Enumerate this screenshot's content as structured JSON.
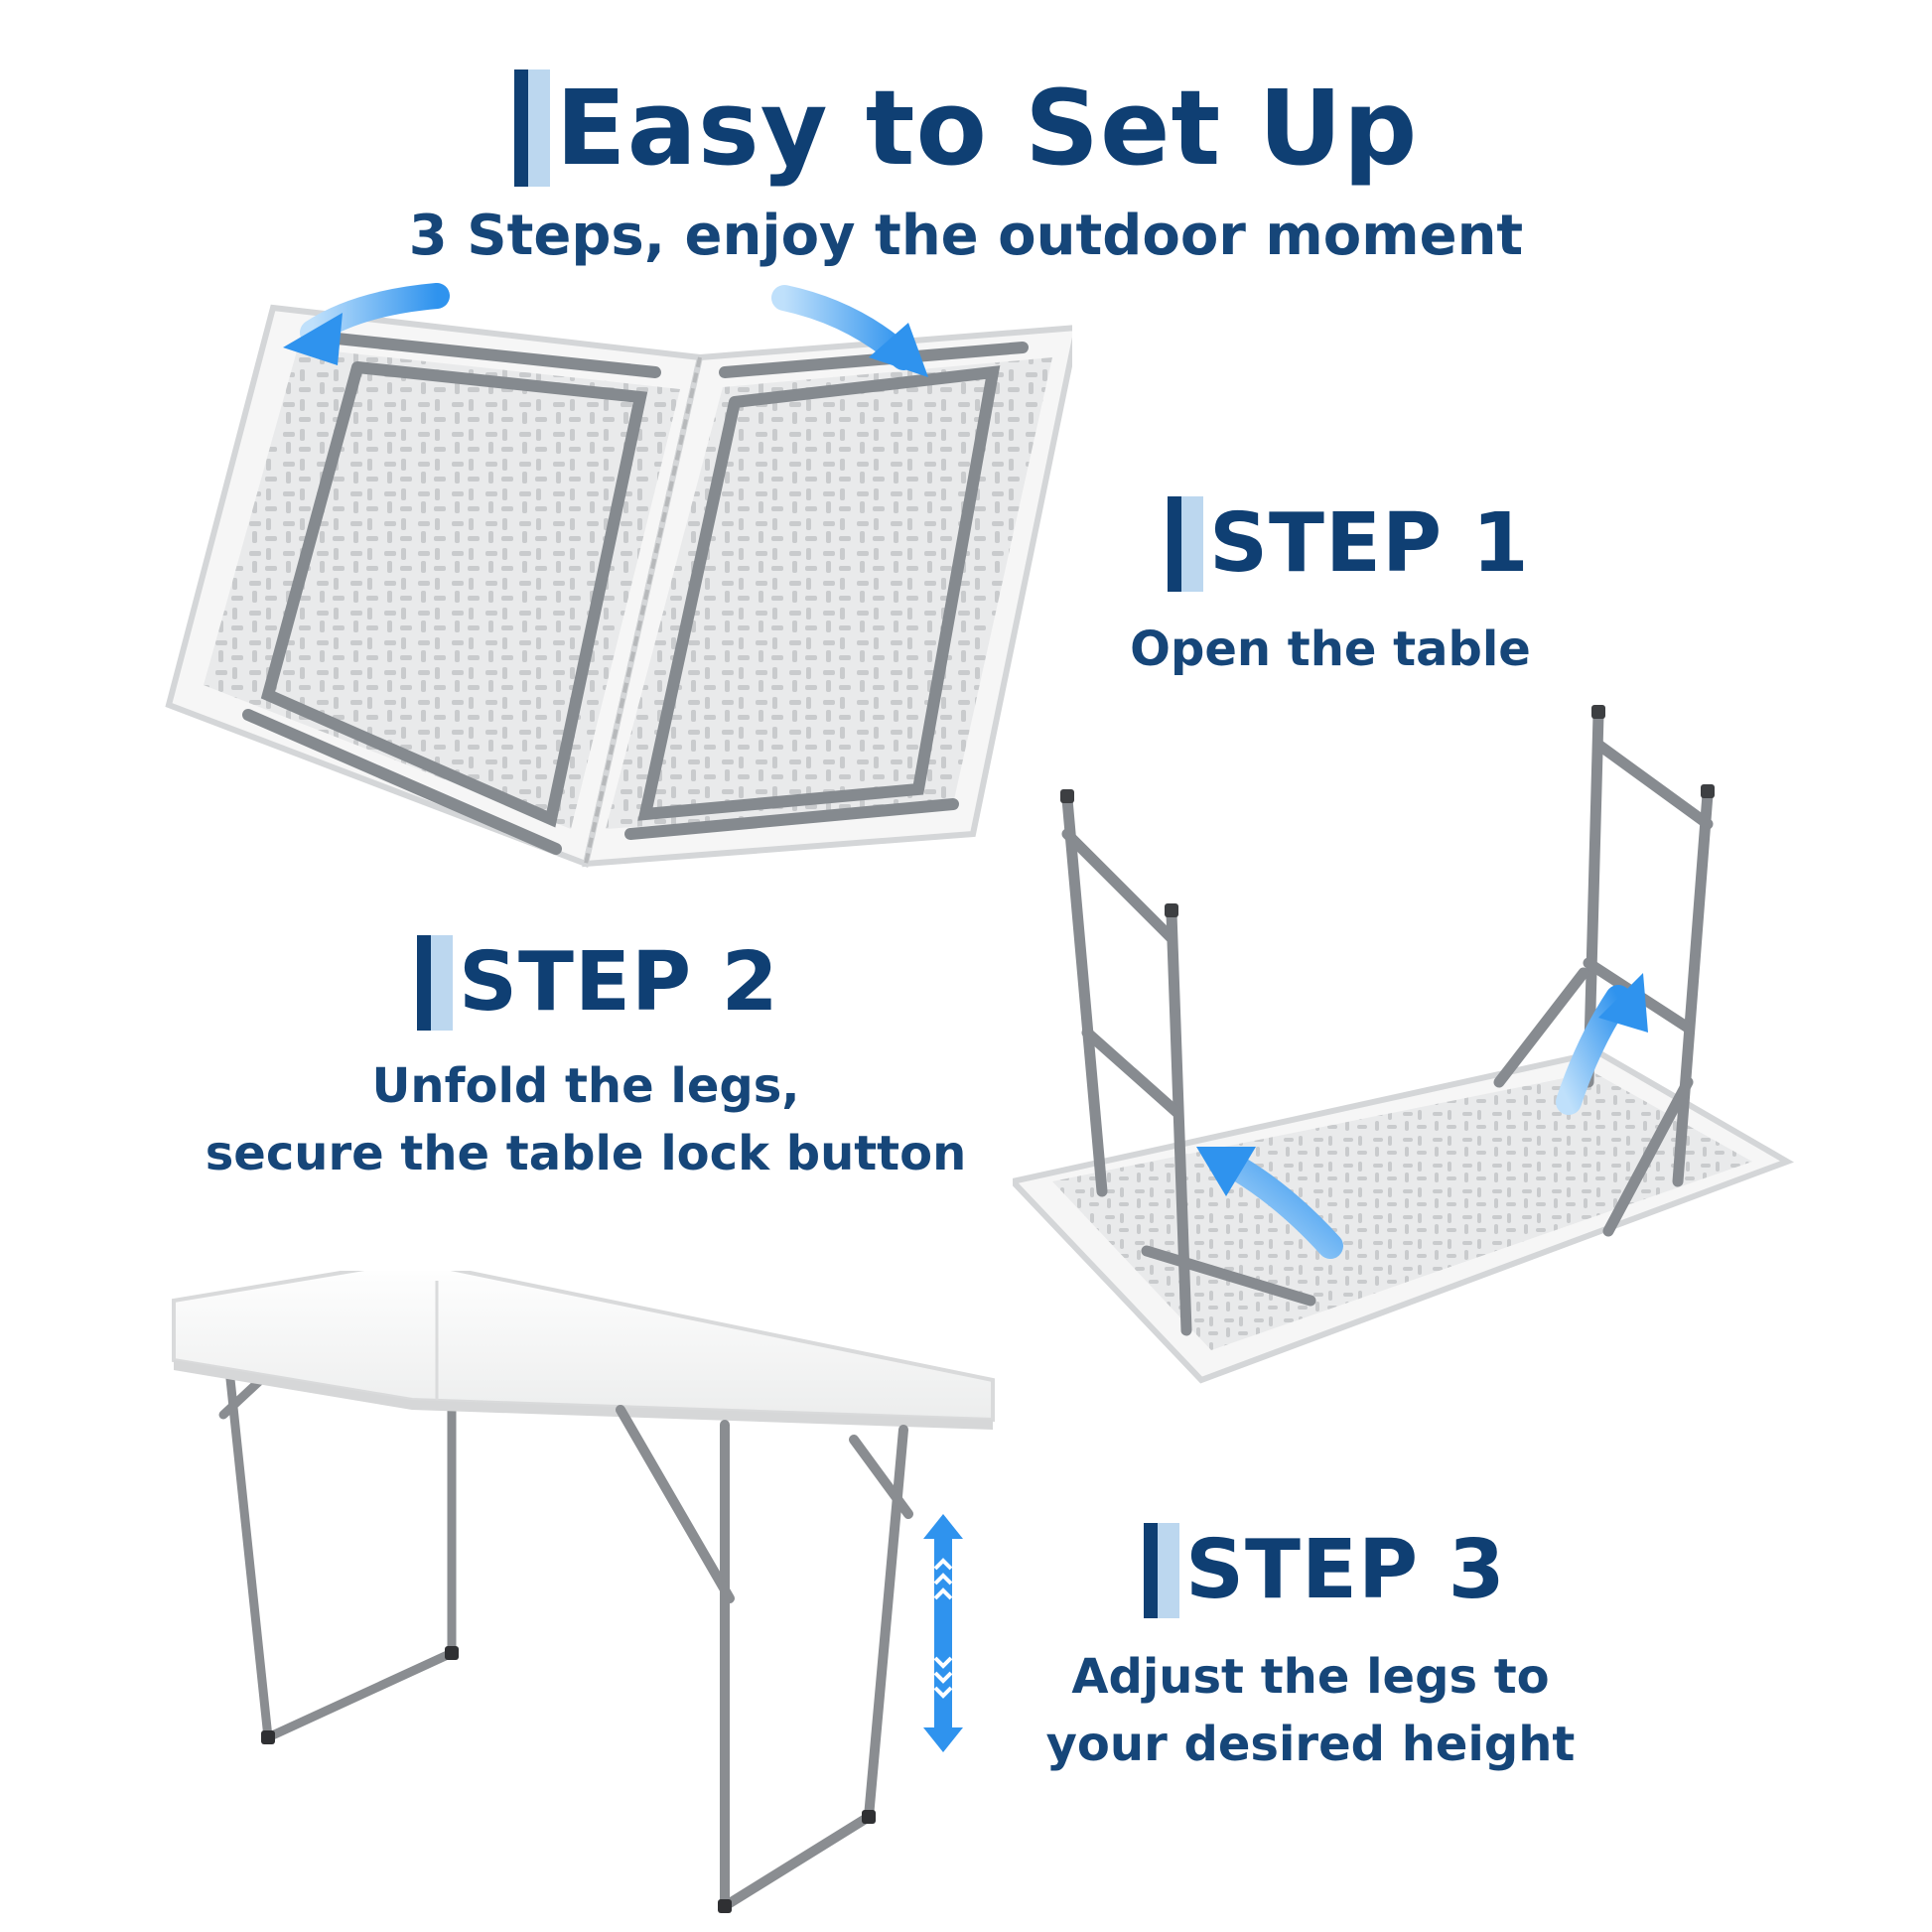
{
  "header": {
    "title": "Easy to Set Up",
    "subtitle": "3 Steps, enjoy the outdoor moment"
  },
  "steps": [
    {
      "label": "STEP 1",
      "description": "Open the table",
      "icon": "blue-open-arrows-icon"
    },
    {
      "label": "STEP 2",
      "description_lines": [
        "Unfold the legs,",
        "secure the table lock button"
      ],
      "icon": "blue-unfold-arrows-icon"
    },
    {
      "label": "STEP 3",
      "description_lines": [
        "Adjust the legs to",
        "your desired height"
      ],
      "icon": "blue-height-arrow-icon"
    }
  ],
  "colors": {
    "heading": "#0f3f73",
    "accent_light": "#bcd7ef",
    "arrow": "#3f9ef0",
    "metal": "#8a8d91",
    "plastic": "#f1f2f2"
  }
}
